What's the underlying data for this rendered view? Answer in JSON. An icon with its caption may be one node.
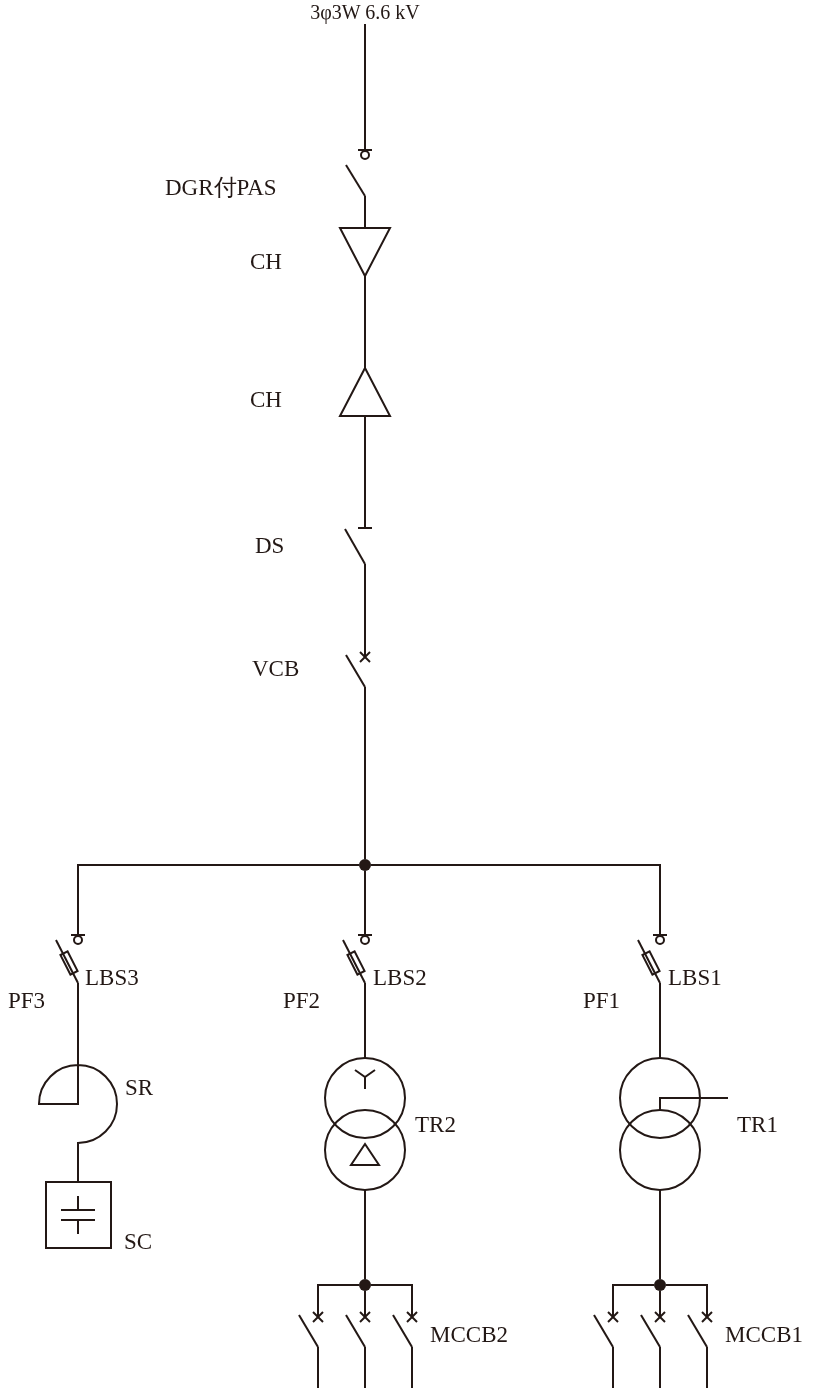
{
  "diagram": {
    "nodes": [
      {
        "text": [
          "3φ3W 6.6 kV"
        ]
      },
      {
        "text": [
          "DGR付PAS"
        ]
      },
      {
        "text": [
          "CH"
        ]
      },
      {
        "text": [
          "CH"
        ]
      },
      {
        "text": [
          "DS"
        ]
      },
      {
        "text": [
          "VCB"
        ]
      },
      {
        "text": [],
        "shape": "circle"
      },
      {
        "text": [
          "LBS3",
          "PF3"
        ]
      },
      {
        "text": [
          "LBS2",
          "PF2"
        ]
      },
      {
        "text": [
          "LBS1",
          "PF1"
        ]
      },
      {
        "text": [
          "SR"
        ]
      },
      {
        "text": [
          "SC"
        ]
      },
      {
        "text": [
          "TR2"
        ]
      },
      {
        "text": [
          "TR1"
        ]
      },
      {
        "text": [],
        "shape": "circle"
      },
      {
        "text": [],
        "shape": "switch"
      },
      {
        "text": [],
        "shape": "switch"
      },
      {
        "text": [
          "MCCB2"
        ]
      },
      {
        "text": [],
        "shape": "circle"
      },
      {
        "text": [],
        "shape": "switch"
      },
      {
        "text": [],
        "shape": "switch"
      },
      {
        "text": [
          "MCCB1"
        ]
      }
    ],
    "edges": [
      {
        "from": 0,
        "to": 1,
        "arrow": "none"
      },
      {
        "from": 1,
        "to": 2,
        "arrow": "none"
      },
      {
        "from": 2,
        "to": 3,
        "arrow": "none"
      },
      {
        "from": 3,
        "to": 4,
        "arrow": "none"
      },
      {
        "from": 4,
        "to": 5,
        "arrow": "none"
      },
      {
        "from": 5,
        "to": 6,
        "arrow": "none"
      },
      {
        "from": 6,
        "to": 7,
        "arrow": "none"
      },
      {
        "from": 6,
        "to": 8,
        "arrow": "none"
      },
      {
        "from": 6,
        "to": 9,
        "arrow": "none"
      },
      {
        "from": 7,
        "to": 10,
        "arrow": "none"
      },
      {
        "from": 10,
        "to": 11,
        "arrow": "none"
      },
      {
        "from": 8,
        "to": 12,
        "arrow": "none"
      },
      {
        "from": 12,
        "to": 14,
        "arrow": "none"
      },
      {
        "from": 14,
        "to": 15,
        "arrow": "none"
      },
      {
        "from": 14,
        "to": 16,
        "arrow": "none"
      },
      {
        "from": 14,
        "to": 17,
        "arrow": "none"
      },
      {
        "from": 9,
        "to": 13,
        "arrow": "none"
      },
      {
        "from": 13,
        "to": 18,
        "arrow": "none"
      },
      {
        "from": 18,
        "to": 19,
        "arrow": "none"
      },
      {
        "from": 18,
        "to": 20,
        "arrow": "none"
      },
      {
        "from": 18,
        "to": 21,
        "arrow": "none"
      },
      {
        "from": 15,
        "to": null,
        "arrow": "none"
      },
      {
        "from": 16,
        "to": null,
        "arrow": "none"
      },
      {
        "from": 17,
        "to": null,
        "arrow": "none"
      },
      {
        "from": 19,
        "to": null,
        "arrow": "none"
      },
      {
        "from": 20,
        "to": null,
        "arrow": "none"
      },
      {
        "from": 21,
        "to": null,
        "arrow": "none"
      }
    ]
  }
}
